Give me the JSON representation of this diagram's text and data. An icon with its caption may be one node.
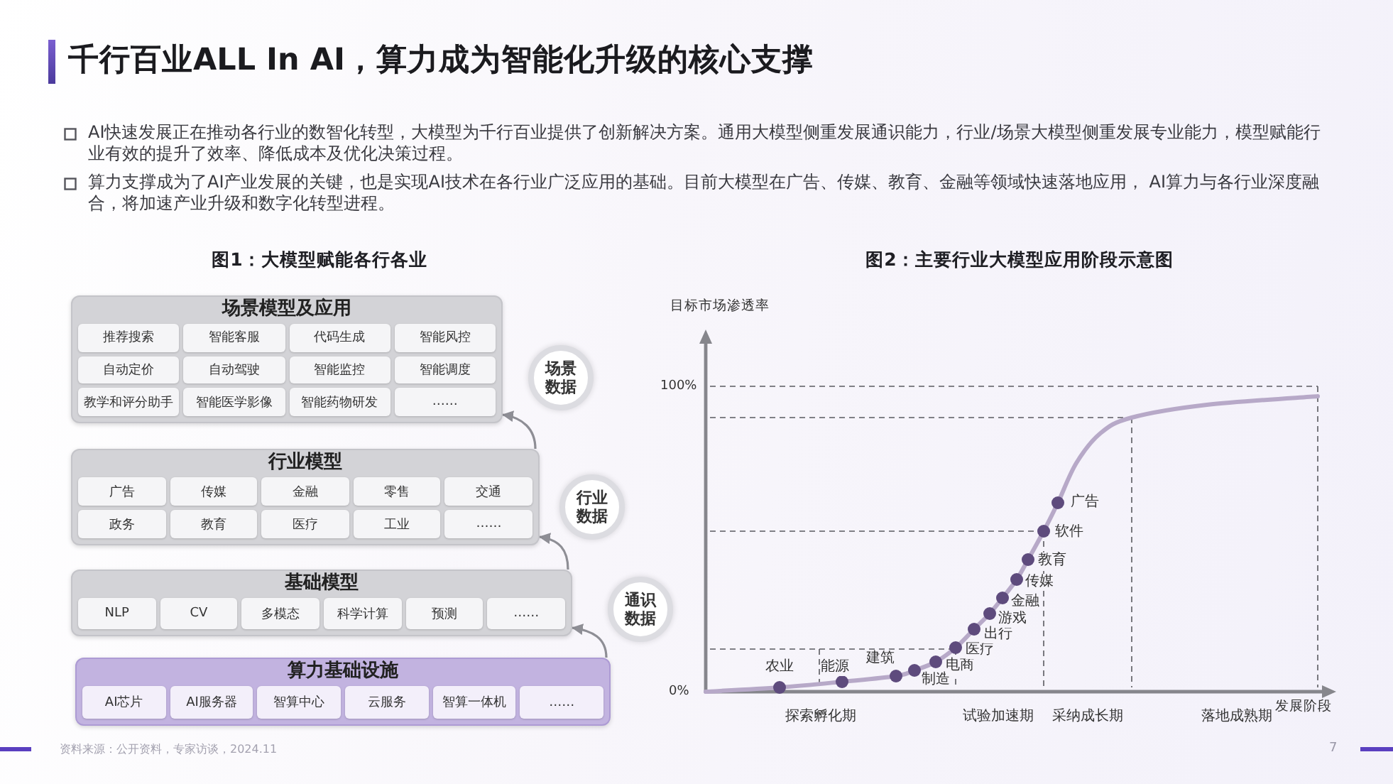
{
  "diagram": {
    "title": "千行百业ALL In AI，算力成为智能化升级的核心支撑",
    "nodes": [
      {
        "text": [
          "场景模型及应用"
        ]
      },
      {
        "text": [
          "推荐搜索"
        ],
        "in": 0
      },
      {
        "text": [
          "智能客服"
        ],
        "in": 0
      },
      {
        "text": [
          "代码生成"
        ],
        "in": 0
      },
      {
        "text": [
          "智能风控"
        ],
        "in": 0
      },
      {
        "text": [
          "自动定价"
        ],
        "in": 0
      },
      {
        "text": [
          "自动驾驶"
        ],
        "in": 0
      },
      {
        "text": [
          "智能监控"
        ],
        "in": 0
      },
      {
        "text": [
          "智能调度"
        ],
        "in": 0
      },
      {
        "text": [
          "教学和评分助手"
        ],
        "in": 0
      },
      {
        "text": [
          "智能医学影像"
        ],
        "in": 0
      },
      {
        "text": [
          "智能药物研发"
        ],
        "in": 0
      },
      {
        "text": [
          "……"
        ],
        "in": 0
      },
      {
        "text": [
          "场景数据"
        ]
      },
      {
        "text": [
          "行业模型"
        ]
      },
      {
        "text": [
          "广告"
        ],
        "in": 14
      },
      {
        "text": [
          "传媒"
        ],
        "in": 14
      },
      {
        "text": [
          "金融"
        ],
        "in": 14
      },
      {
        "text": [
          "零售"
        ],
        "in": 14
      },
      {
        "text": [
          "交通"
        ],
        "in": 14
      },
      {
        "text": [
          "政务"
        ],
        "in": 14
      },
      {
        "text": [
          "教育"
        ],
        "in": 14
      },
      {
        "text": [
          "医疗"
        ],
        "in": 14
      },
      {
        "text": [
          "工业"
        ],
        "in": 14
      },
      {
        "text": [
          "……"
        ],
        "in": 14
      },
      {
        "text": [
          "行业数据"
        ]
      },
      {
        "text": [
          "基础模型"
        ]
      },
      {
        "text": [
          "NLP"
        ],
        "in": 26
      },
      {
        "text": [
          "CV"
        ],
        "in": 26
      },
      {
        "text": [
          "多模态"
        ],
        "in": 26
      },
      {
        "text": [
          "科学计算"
        ],
        "in": 26
      },
      {
        "text": [
          "预测"
        ],
        "in": 26
      },
      {
        "text": [
          "……"
        ],
        "in": 26
      },
      {
        "text": [
          "通识数据"
        ]
      },
      {
        "text": [
          "算力基础设施"
        ]
      },
      {
        "text": [
          "AI芯片"
        ],
        "in": 34
      },
      {
        "text": [
          "AI服务器"
        ],
        "in": 34
      },
      {
        "text": [
          "智算中心"
        ],
        "in": 34
      },
      {
        "text": [
          "云服务"
        ],
        "in": 34
      },
      {
        "text": [
          "智算一体机"
        ],
        "in": 34
      },
      {
        "text": [
          "……"
        ],
        "in": 34
      }
    ],
    "edges": [
      {
        "from": 34,
        "to": 26,
        "arrow": "to"
      },
      {
        "from": 26,
        "to": 14,
        "arrow": "to"
      },
      {
        "from": 14,
        "to": 0,
        "arrow": "to"
      }
    ],
    "labels": [
      "AI快速发展正在推动各行业的数智化转型，大模型为千行百业提供了创新解决方案。通用大模型侧重发展通识能力，行业/场景大模型侧重发展专业能力，模型赋能行业有效的提升了效率、降低成本及优化决策过程。",
      "算力支撑成为了AI产业发展的关键，也是实现AI技术在各行业广泛应用的基础。目前大模型在广告、传媒、教育、金融等领域快速落地应用， AI算力与各行业深度融合，将加速产业升级和数字化转型进程。",
      "图1：大模型赋能各行各业",
      "图2：主要行业大模型应用阶段示意图",
      "目标市场渗透率",
      "100%",
      "0%",
      "农业",
      "能源",
      "建筑",
      "制造",
      "电商",
      "医疗",
      "出行",
      "游戏",
      "金融",
      "传媒",
      "教育",
      "软件",
      "广告",
      "发展阶段",
      "探索孵化期",
      "试验加速期",
      "采纳成长期",
      "落地成熟期",
      "资料来源：公开资料，专家访谈，2024.11",
      "7"
    ]
  }
}
